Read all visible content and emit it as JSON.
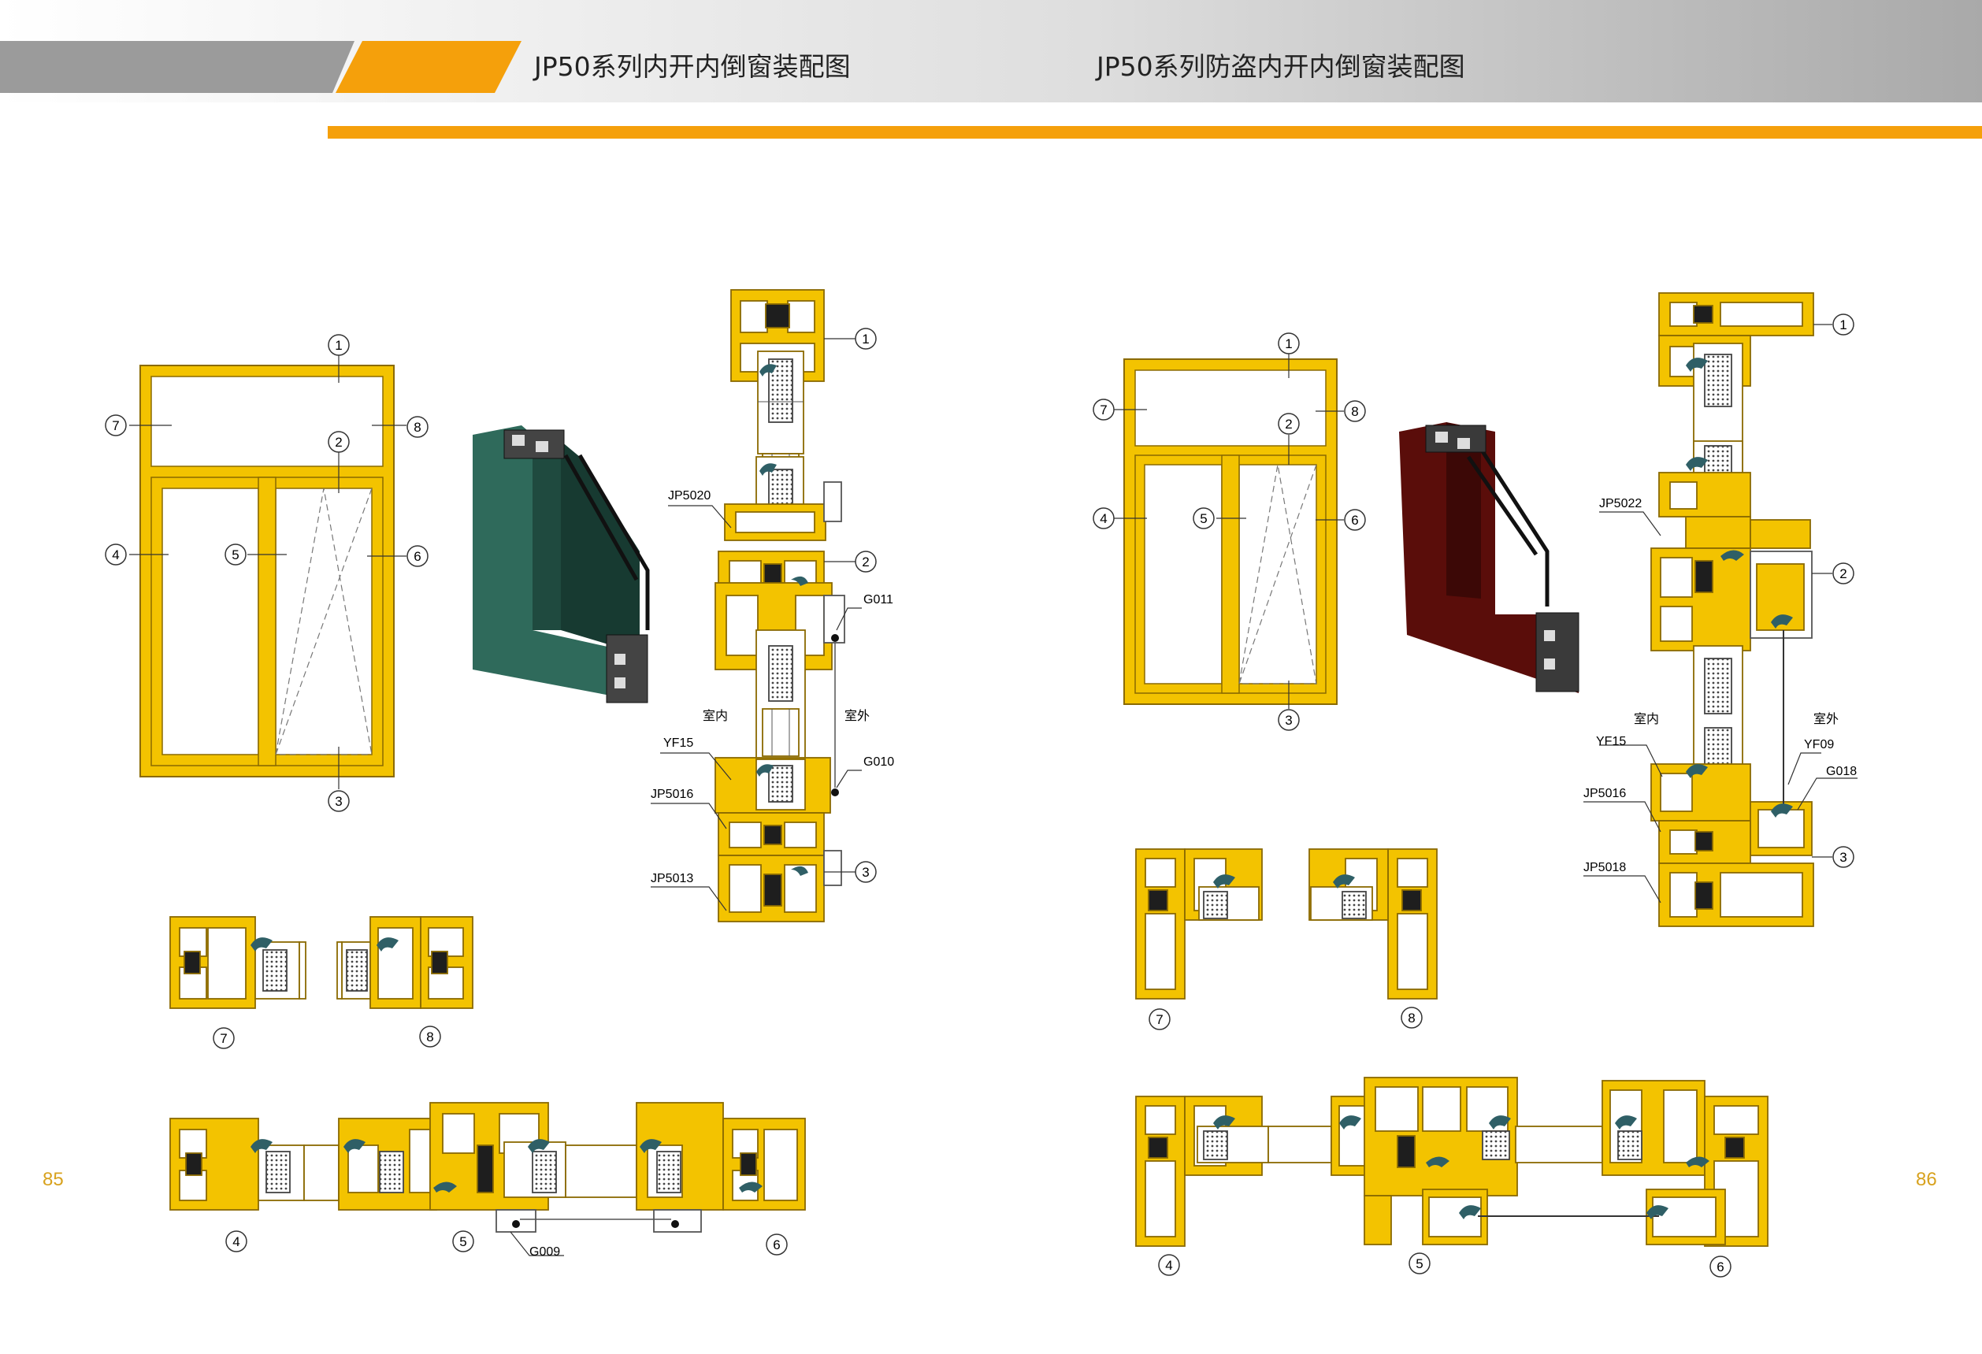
{
  "header": {
    "title_left": "JP50系列内开内倒窗装配图",
    "title_right": "JP50系列防盗内开内倒窗装配图",
    "accent_color": "#f5a00b",
    "band_color": "#9b9b9b"
  },
  "page_numbers": {
    "left": "85",
    "right": "86"
  },
  "colors": {
    "frame_yellow": "#f3c300",
    "profile_line": "#8a6a00",
    "gasket": "#2f5f66",
    "green_profile": "#2f6a5b",
    "brown_profile": "#5a0d0a"
  },
  "left": {
    "callouts": [
      "1",
      "2",
      "3",
      "4",
      "5",
      "6",
      "7",
      "8"
    ],
    "section_labels": {
      "p1": "1",
      "p2": "2",
      "p3": "3",
      "jp5020": "JP5020",
      "g011": "G011",
      "indoor": "室内",
      "outdoor": "室外",
      "yf15": "YF15",
      "g010": "G010",
      "jp5016": "JP5016",
      "jp5013": "JP5013"
    },
    "detail_labels": {
      "d7": "7",
      "d8": "8",
      "d4": "4",
      "d5": "5",
      "d6": "6",
      "g009": "G009"
    }
  },
  "right": {
    "callouts": [
      "1",
      "2",
      "3",
      "4",
      "5",
      "6",
      "7",
      "8"
    ],
    "section_labels": {
      "p1": "1",
      "p2": "2",
      "p3": "3",
      "jp5022": "JP5022",
      "indoor": "室内",
      "outdoor": "室外",
      "yf15": "YF15",
      "yf09": "YF09",
      "g018": "G018",
      "jp5016": "JP5016",
      "jp5018": "JP5018"
    },
    "detail_labels": {
      "d7": "7",
      "d8": "8",
      "d4": "4",
      "d5": "5",
      "d6": "6"
    }
  }
}
